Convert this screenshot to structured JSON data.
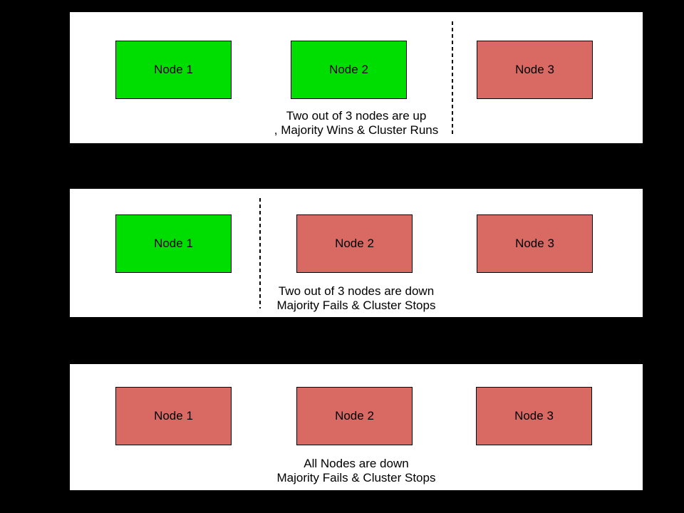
{
  "colors": {
    "background": "#000000",
    "panel_bg": "#ffffff",
    "node_up": "#00dd00",
    "node_down": "#d96963",
    "border": "#000000"
  },
  "panels": [
    {
      "scenario": "two-nodes-up",
      "nodes": [
        {
          "label": "Node 1",
          "state": "up"
        },
        {
          "label": "Node 2",
          "state": "up"
        },
        {
          "label": "Node 3",
          "state": "down"
        }
      ],
      "divider": {
        "present": true,
        "between": "Node 2 and Node 3"
      },
      "caption": {
        "line1": "Two out of 3 nodes are up",
        "line2": ", Majority Wins & Cluster Runs"
      }
    },
    {
      "scenario": "two-nodes-down",
      "nodes": [
        {
          "label": "Node 1",
          "state": "up"
        },
        {
          "label": "Node 2",
          "state": "down"
        },
        {
          "label": "Node 3",
          "state": "down"
        }
      ],
      "divider": {
        "present": true,
        "between": "Node 1 and Node 2"
      },
      "caption": {
        "line1": "Two out of 3 nodes are down",
        "line2": "Majority Fails & Cluster Stops"
      }
    },
    {
      "scenario": "all-nodes-down",
      "nodes": [
        {
          "label": "Node 1",
          "state": "down"
        },
        {
          "label": "Node 2",
          "state": "down"
        },
        {
          "label": "Node 3",
          "state": "down"
        }
      ],
      "divider": {
        "present": false,
        "between": ""
      },
      "caption": {
        "line1": "All Nodes are down",
        "line2": "Majority Fails & Cluster Stops"
      }
    }
  ]
}
